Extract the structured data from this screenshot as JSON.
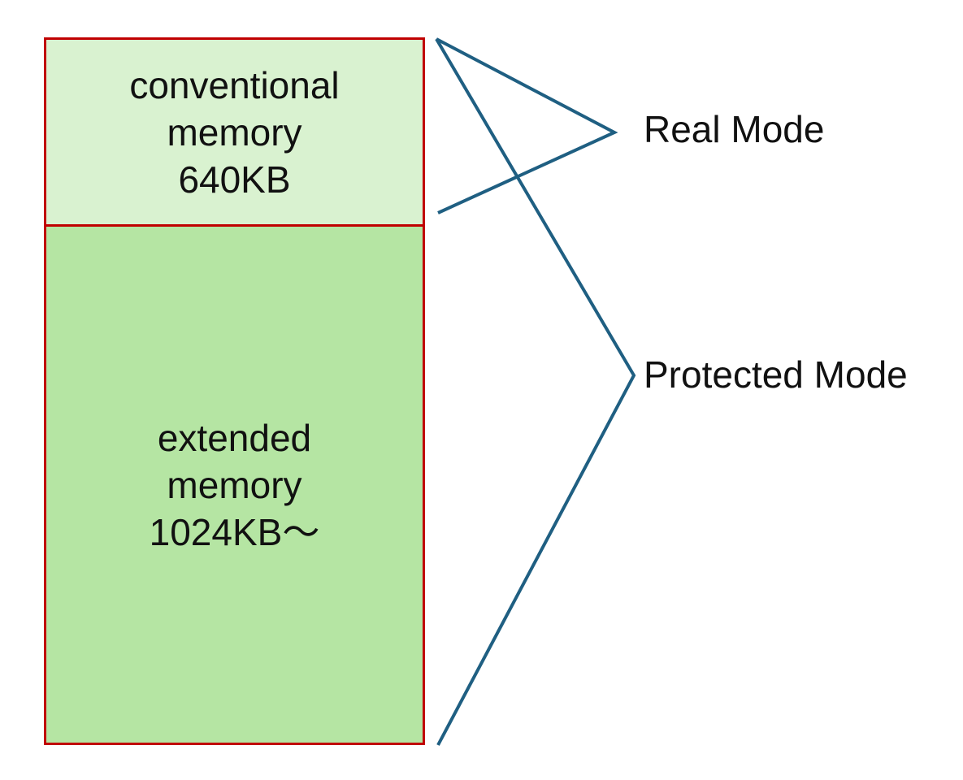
{
  "colors": {
    "block_border": "#c00000",
    "conventional_fill": "#d9f2d0",
    "extended_fill": "#b5e5a3",
    "bracket_stroke": "#1f5f82",
    "text": "#111111"
  },
  "memory_blocks": [
    {
      "id": "conventional",
      "lines": [
        "conventional",
        "memory",
        "640KB"
      ]
    },
    {
      "id": "extended",
      "lines": [
        "extended",
        "memory",
        "1024KB〜"
      ]
    }
  ],
  "modes": {
    "real": {
      "label": "Real Mode"
    },
    "protected": {
      "label": "Protected Mode"
    }
  }
}
